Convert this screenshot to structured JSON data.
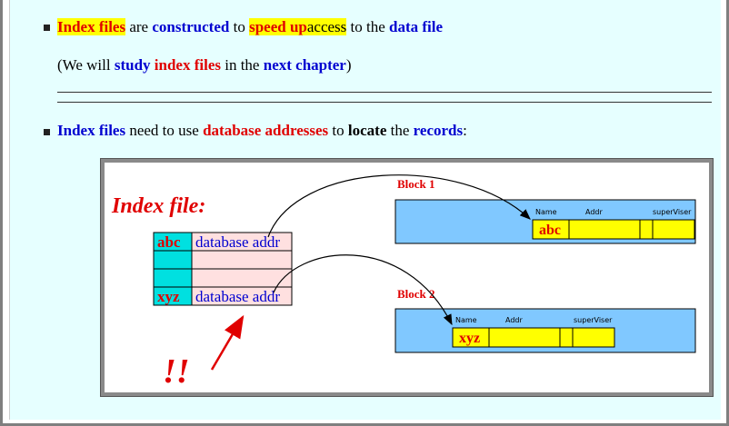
{
  "bullet1": {
    "index_files": "Index files",
    "are": " are ",
    "constructed": "constructed",
    "to": " to ",
    "speed_up": "speed up",
    "access_to_the": " access to the ",
    "data_file": "data file"
  },
  "note": {
    "open": "(We will ",
    "study": "study",
    "sp1": " ",
    "index_files": "index files",
    "in_the": " in the ",
    "next_chapter": "next chapter",
    "close": ")"
  },
  "bullet2": {
    "index_files": "Index files",
    "need": " need to use ",
    "db_addresses": "database addresses",
    "to": " to ",
    "locate": "locate",
    "the": " the ",
    "records": "records",
    "colon": ":"
  },
  "diagram": {
    "index_title": "Index file:",
    "rows": [
      {
        "key": "abc",
        "value": "database addr"
      },
      {
        "key": "",
        "value": ""
      },
      {
        "key": "xyz",
        "value": "database addr"
      }
    ],
    "block1": {
      "label": "Block 1",
      "headers": [
        "Name",
        "Addr",
        "superViser"
      ],
      "name_value": "abc"
    },
    "block2": {
      "label": "Block 2",
      "headers": [
        "Name",
        "Addr",
        "superViser"
      ],
      "name_value": "xyz"
    },
    "exclaim": "!!",
    "colors": {
      "cyan": "#00e0e0",
      "pink": "#ffe0e0",
      "block": "#80c8ff",
      "yellow": "#ffff00",
      "red": "#e00000",
      "blue": "#0000d0"
    }
  }
}
